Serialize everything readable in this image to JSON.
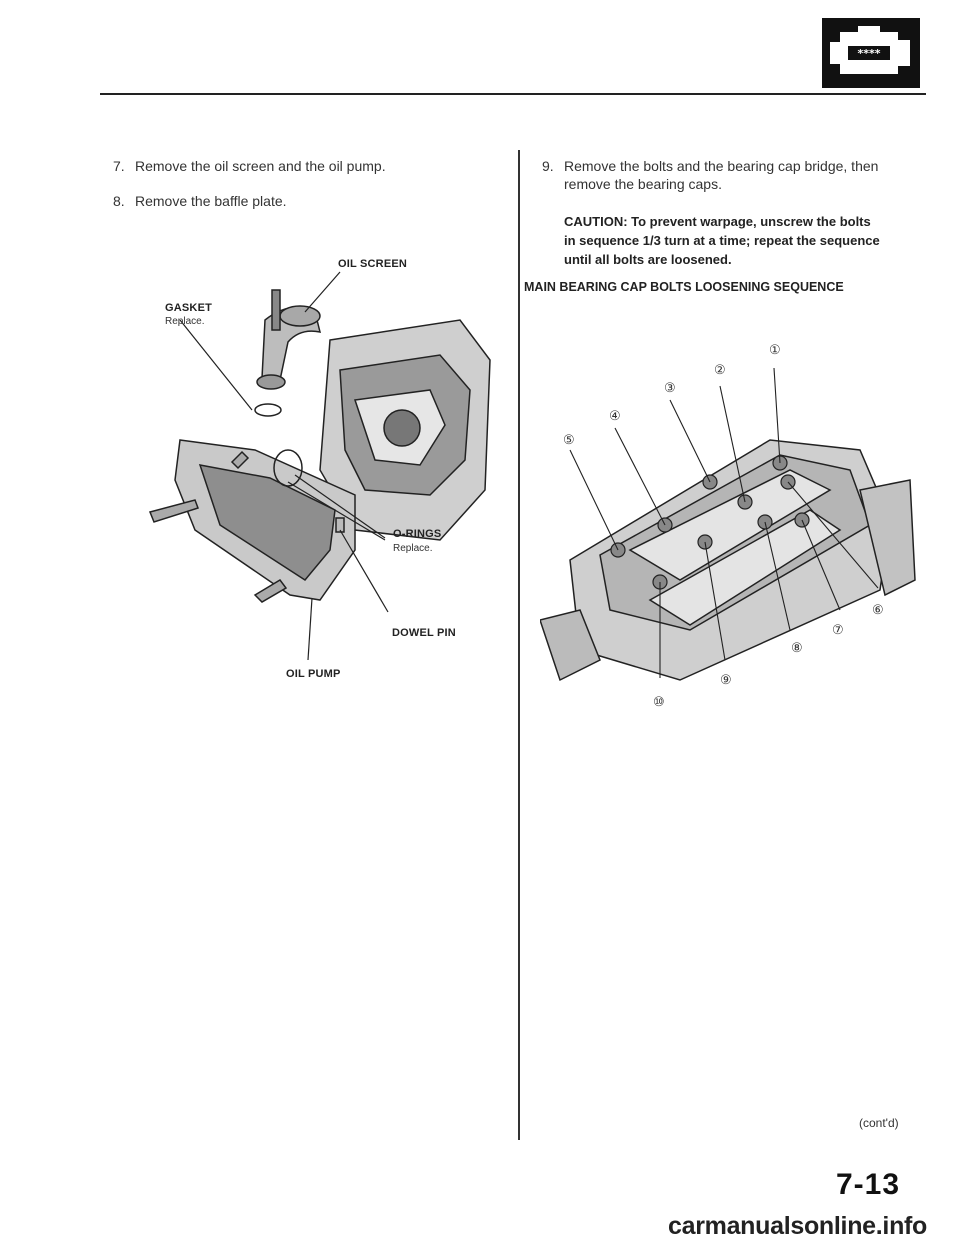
{
  "header": {
    "section_icon": "engine-icon",
    "icon_text": "****"
  },
  "left": {
    "step7": {
      "num": "7.",
      "text": "Remove the oil screen and the oil pump."
    },
    "step8": {
      "num": "8.",
      "text": "Remove the baffle plate."
    },
    "labels": {
      "oil_screen": "OIL SCREEN",
      "gasket": "GASKET",
      "gasket_note": "Replace.",
      "o_rings": "O-RINGS",
      "o_rings_note": "Replace.",
      "dowel_pin": "DOWEL PIN",
      "oil_pump": "OIL PUMP"
    }
  },
  "right": {
    "step9": {
      "num": "9.",
      "line1": "Remove the bolts and the bearing cap bridge, then",
      "line2": "remove the bearing caps."
    },
    "caution": {
      "line1": "CAUTION: To prevent warpage, unscrew the bolts",
      "line2": "in sequence 1/3 turn at a time; repeat the sequence",
      "line3": "until all bolts are loosened."
    },
    "sequence_title": "MAIN BEARING CAP BOLTS LOOSENING SEQUENCE",
    "callouts": [
      "①",
      "②",
      "③",
      "④",
      "⑤",
      "⑥",
      "⑦",
      "⑧",
      "⑨",
      "⑩"
    ]
  },
  "footer": {
    "contd": "(cont'd)",
    "page_number": "7-13",
    "watermark": "carmanualsonline.info"
  }
}
